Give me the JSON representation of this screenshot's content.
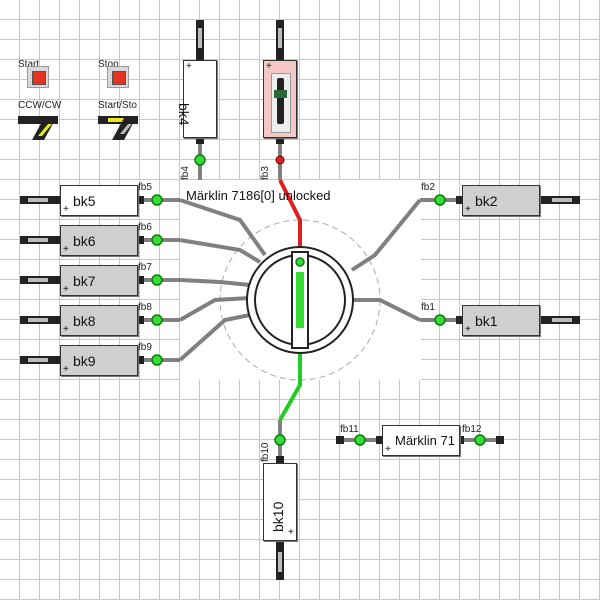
{
  "controls": {
    "start_label": "Start",
    "stop_label": "Stop",
    "ccw_cw_label": "CCW/CW",
    "start_stop_label": "Start/Sto"
  },
  "turntable": {
    "title": "Märklin 7186[0] unlocked"
  },
  "blocks": {
    "bk1": "bk1",
    "bk2": "bk2",
    "bk4": "bk4",
    "bk5": "bk5",
    "bk6": "bk6",
    "bk7": "bk7",
    "bk8": "bk8",
    "bk9": "bk9",
    "bk10": "bk10",
    "marklin": "Märklin 71"
  },
  "sensors": {
    "fb1": "fb1",
    "fb2": "fb2",
    "fb3": "fb3",
    "fb4": "fb4",
    "fb5": "fb5",
    "fb6": "fb6",
    "fb7": "fb7",
    "fb8": "fb8",
    "fb9": "fb9",
    "fb10": "fb10",
    "fb11": "fb11",
    "fb12": "fb12"
  },
  "plus_mark": "+",
  "colors": {
    "track": "#808080",
    "active_red": "#e02020",
    "active_green": "#22cc22",
    "sensor_green": "#33dd33",
    "button_red": "#e63222"
  }
}
